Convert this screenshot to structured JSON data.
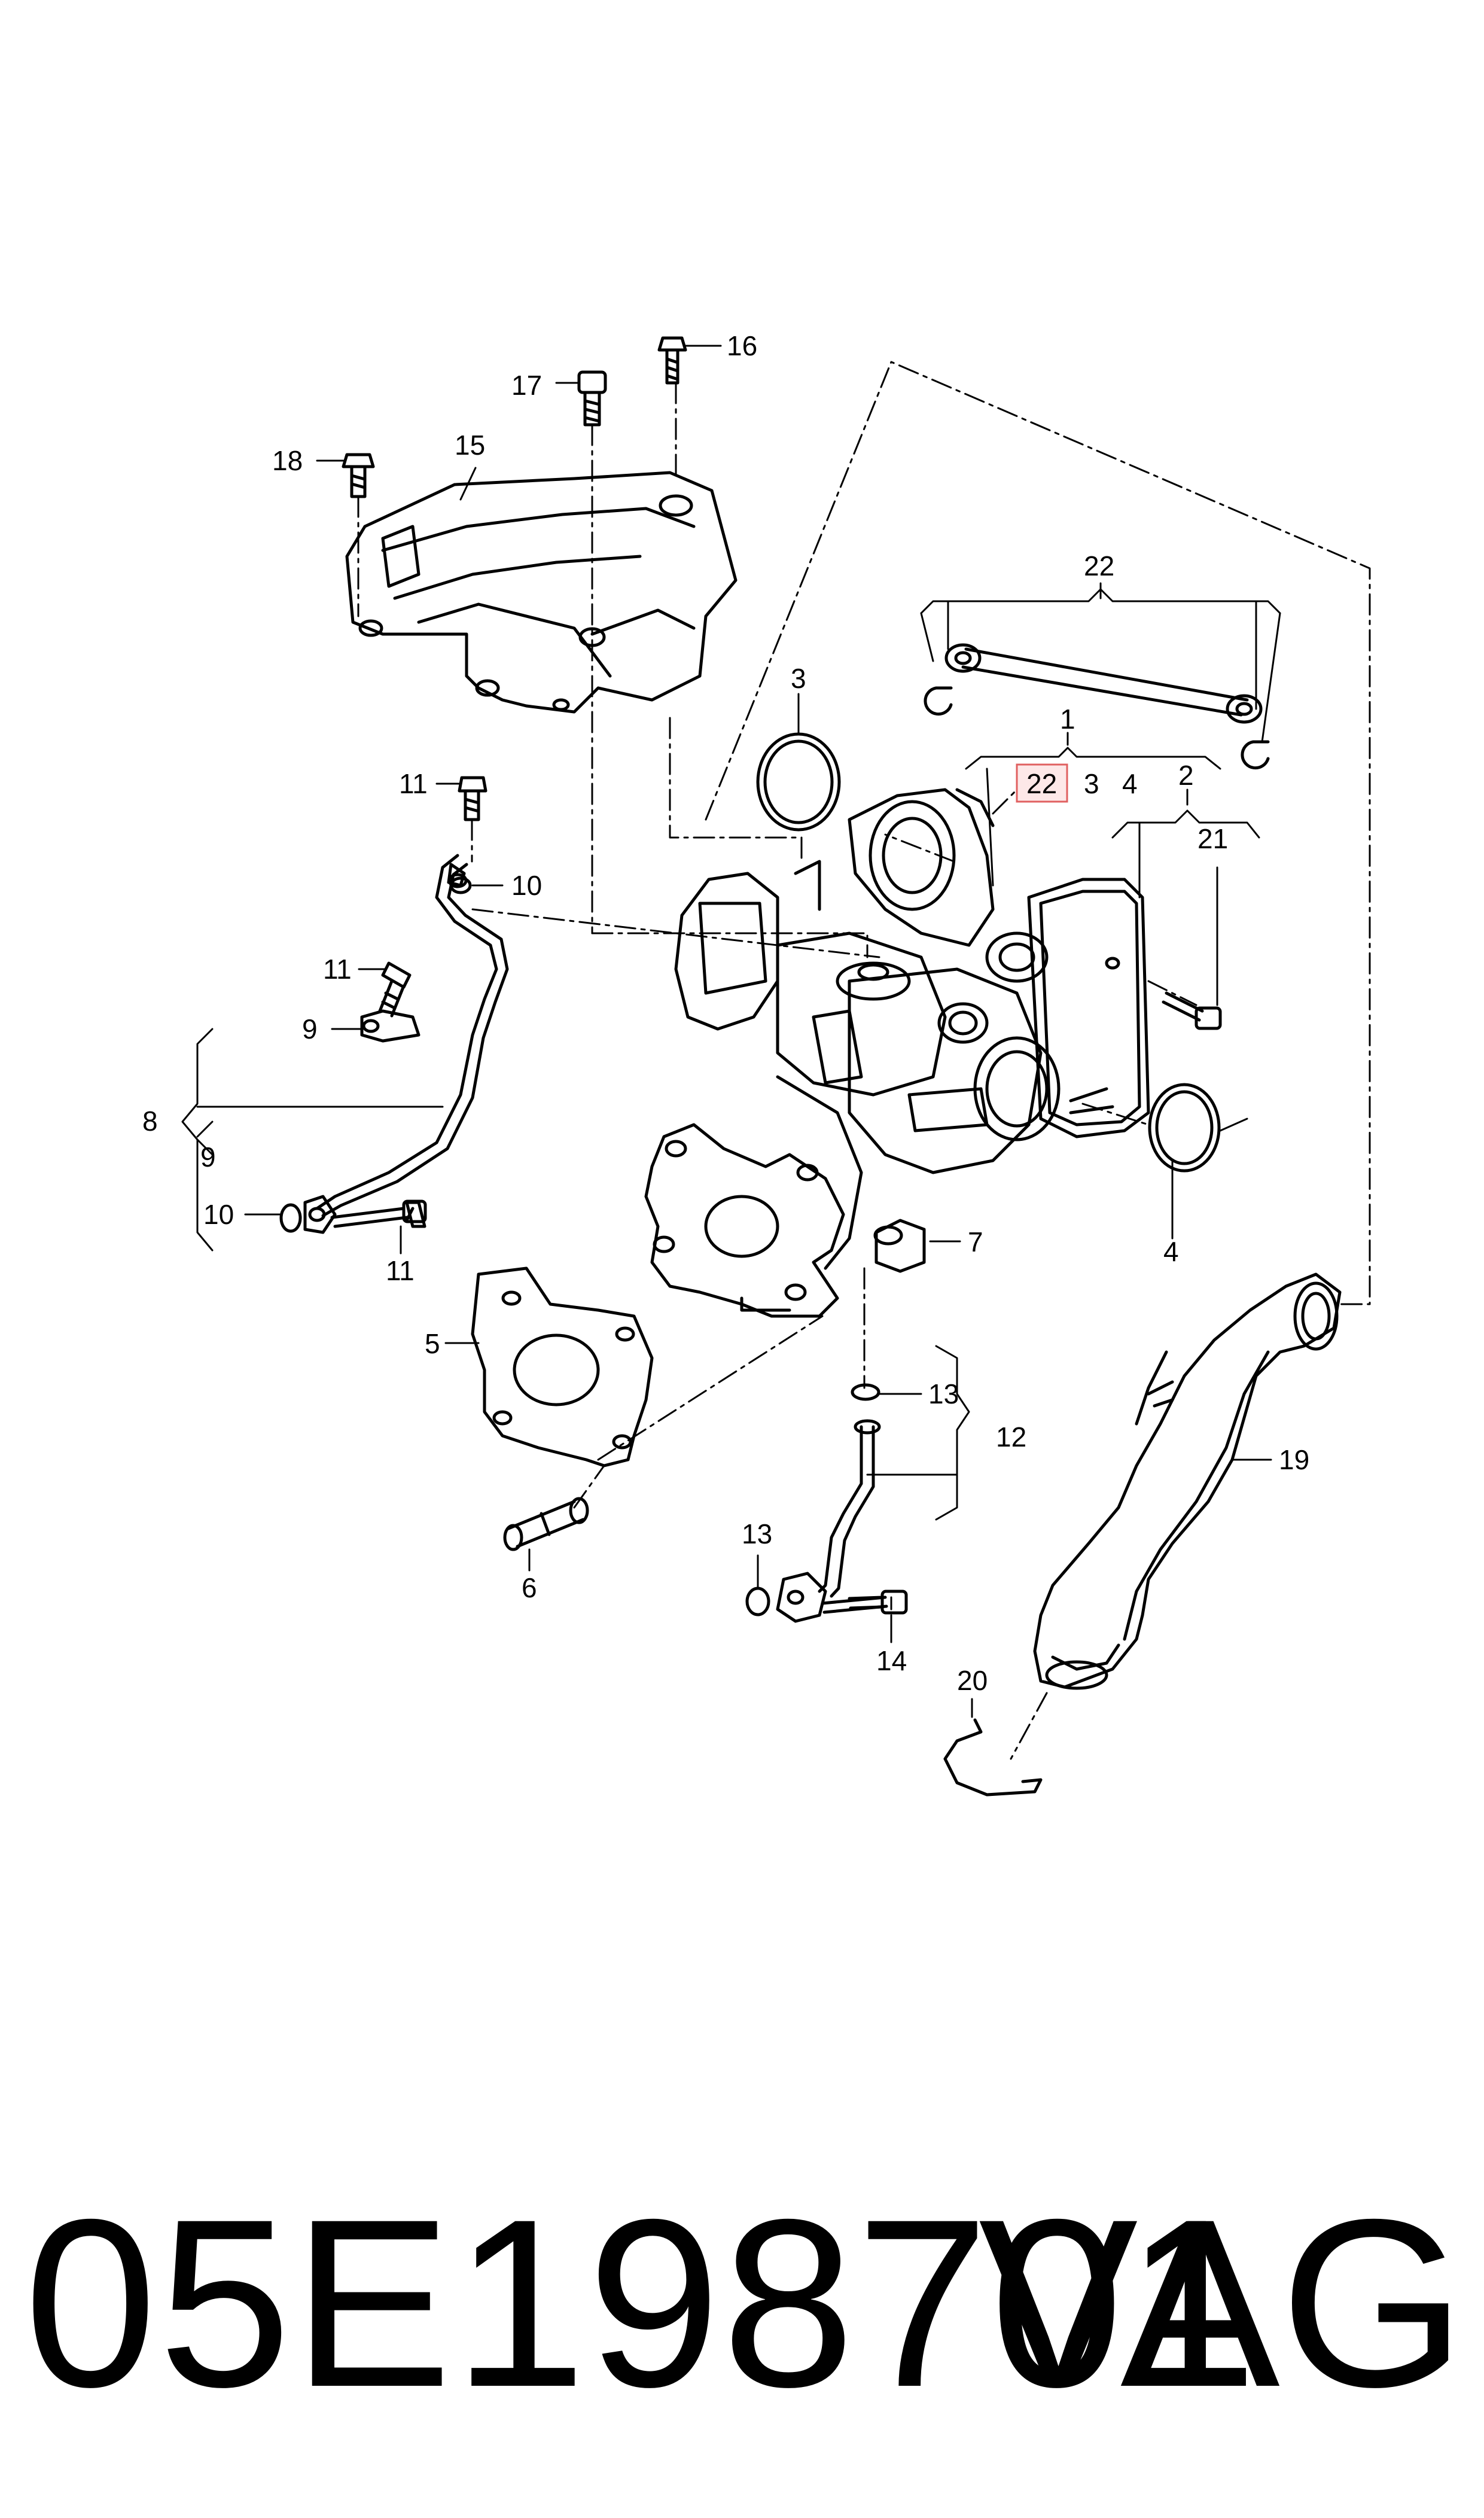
{
  "callouts": {
    "c1": "1",
    "c2": "2",
    "c3": "3",
    "c3b": "3",
    "c4": "4",
    "c4b": "4",
    "c5": "5",
    "c6": "6",
    "c7": "7",
    "c8": "8",
    "c9": "9",
    "c9b": "9",
    "c10": "10",
    "c10b": "10",
    "c11": "11",
    "c11b": "11",
    "c11c": "11",
    "c12": "12",
    "c13": "13",
    "c13b": "13",
    "c14": "14",
    "c15": "15",
    "c16": "16",
    "c17": "17",
    "c18": "18",
    "c19": "19",
    "c20": "20",
    "c21": "21",
    "c22": "22",
    "c22b": "22"
  },
  "footer": {
    "part_number": "05E198701",
    "brand": "VAG"
  },
  "colors": {
    "line": "#000000",
    "highlight_fill": "#fde8e8",
    "highlight_stroke": "#e06060"
  }
}
